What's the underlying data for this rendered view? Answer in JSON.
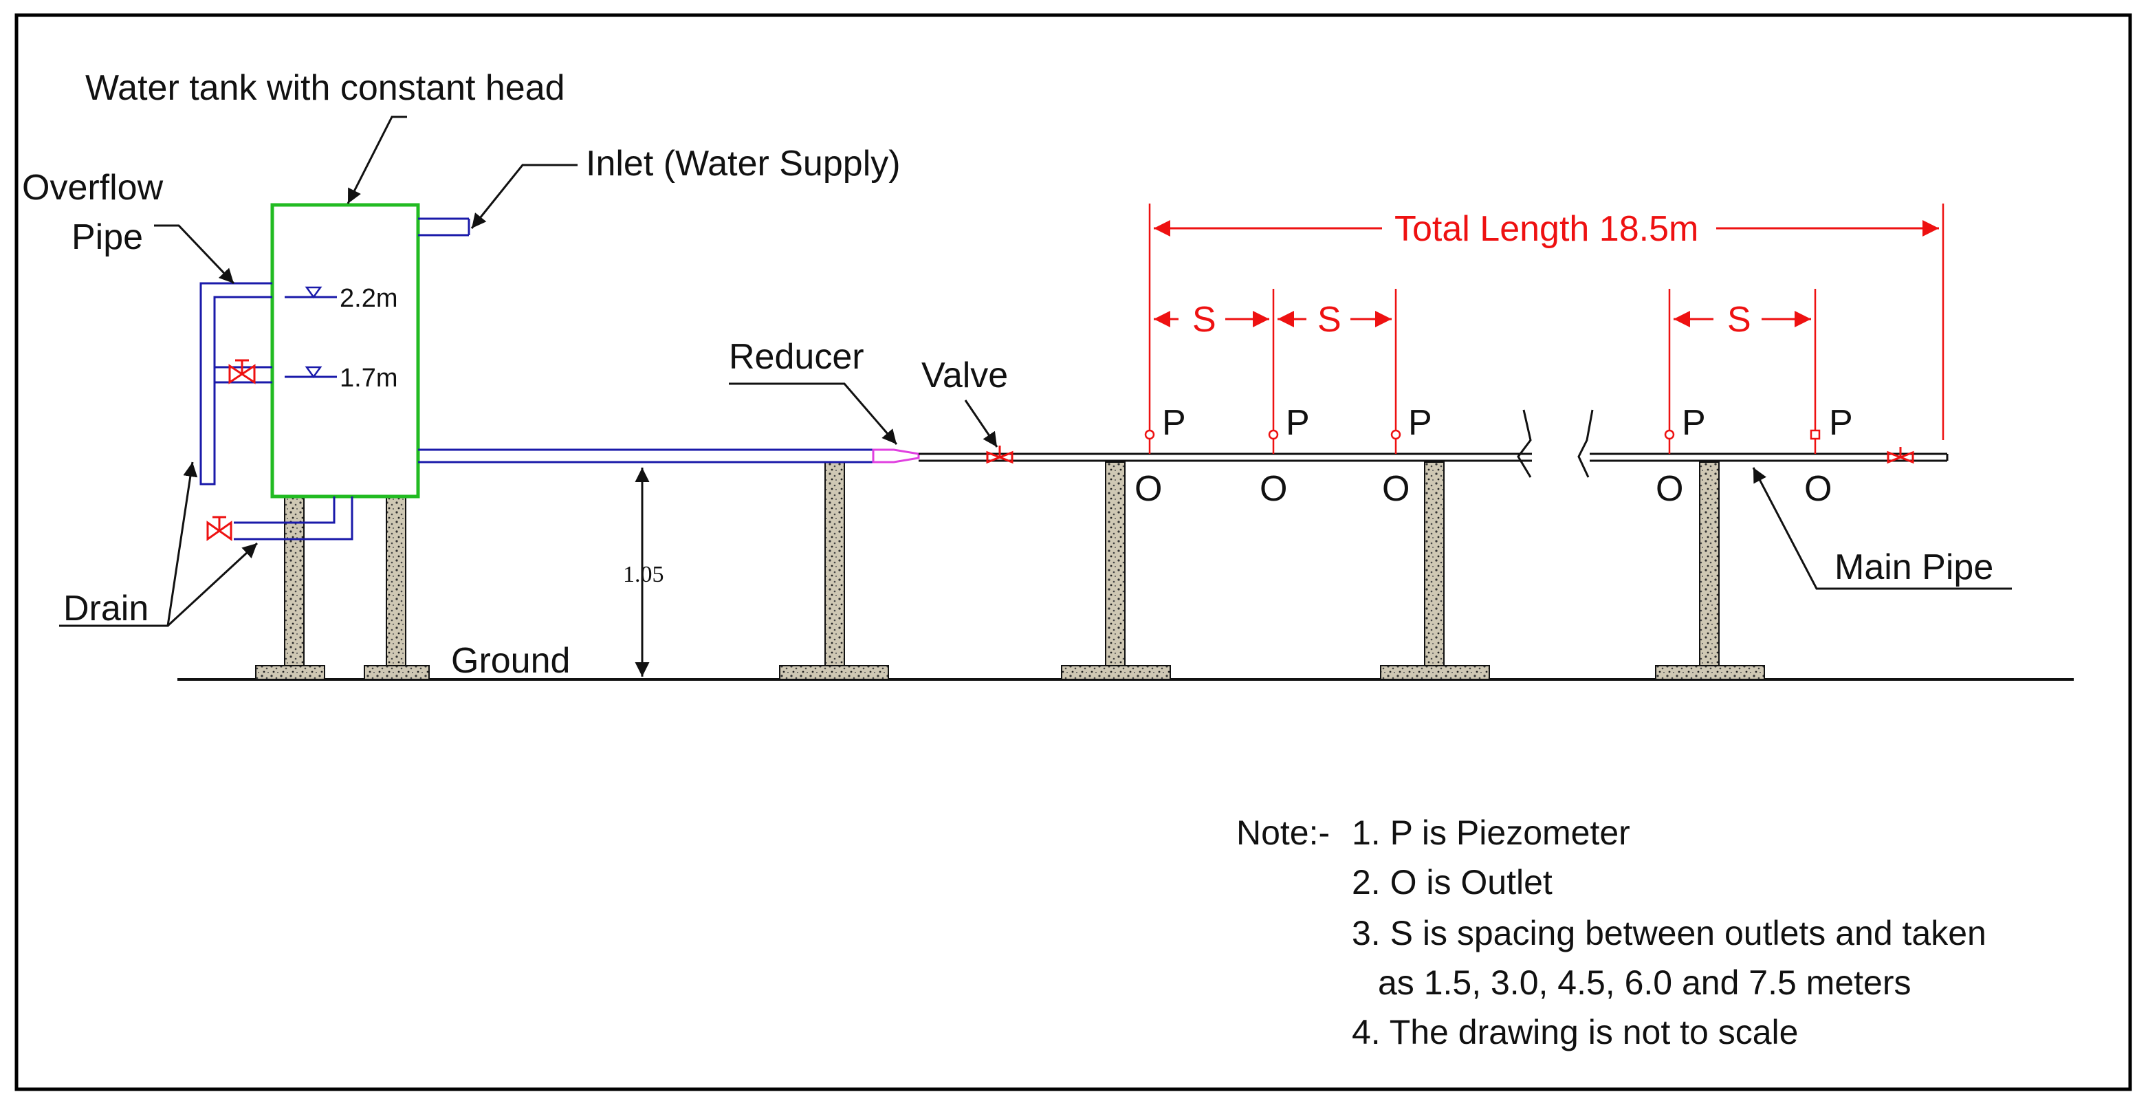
{
  "labels": {
    "tank": "Water tank with constant head",
    "inlet": "Inlet (Water Supply)",
    "overflow_line1": "Overflow",
    "overflow_line2": "Pipe",
    "drain": "Drain",
    "ground": "Ground",
    "reducer": "Reducer",
    "valve": "Valve",
    "main_pipe": "Main  Pipe",
    "total_length": "Total Length 18.5m",
    "spacing": "S",
    "piezometer": "P",
    "outlet": "O",
    "level_high": "2.2m",
    "level_low": "1.7m",
    "height": "1.05"
  },
  "note": {
    "heading": "Note:-",
    "items": [
      "1. P is Piezometer",
      "2. O is  Outlet",
      "3. S is  spacing between outlets and taken",
      "as 1.5, 3.0, 4.5, 6.0 and 7.5 meters",
      "4. The drawing is not to scale"
    ]
  },
  "colors": {
    "tank": "#22bb22",
    "pipe": "#1a1aaa",
    "dimension": "#ee1111",
    "reducer": "#e040e0",
    "support_fill": "#c8c0a8",
    "frame": "#000000"
  }
}
